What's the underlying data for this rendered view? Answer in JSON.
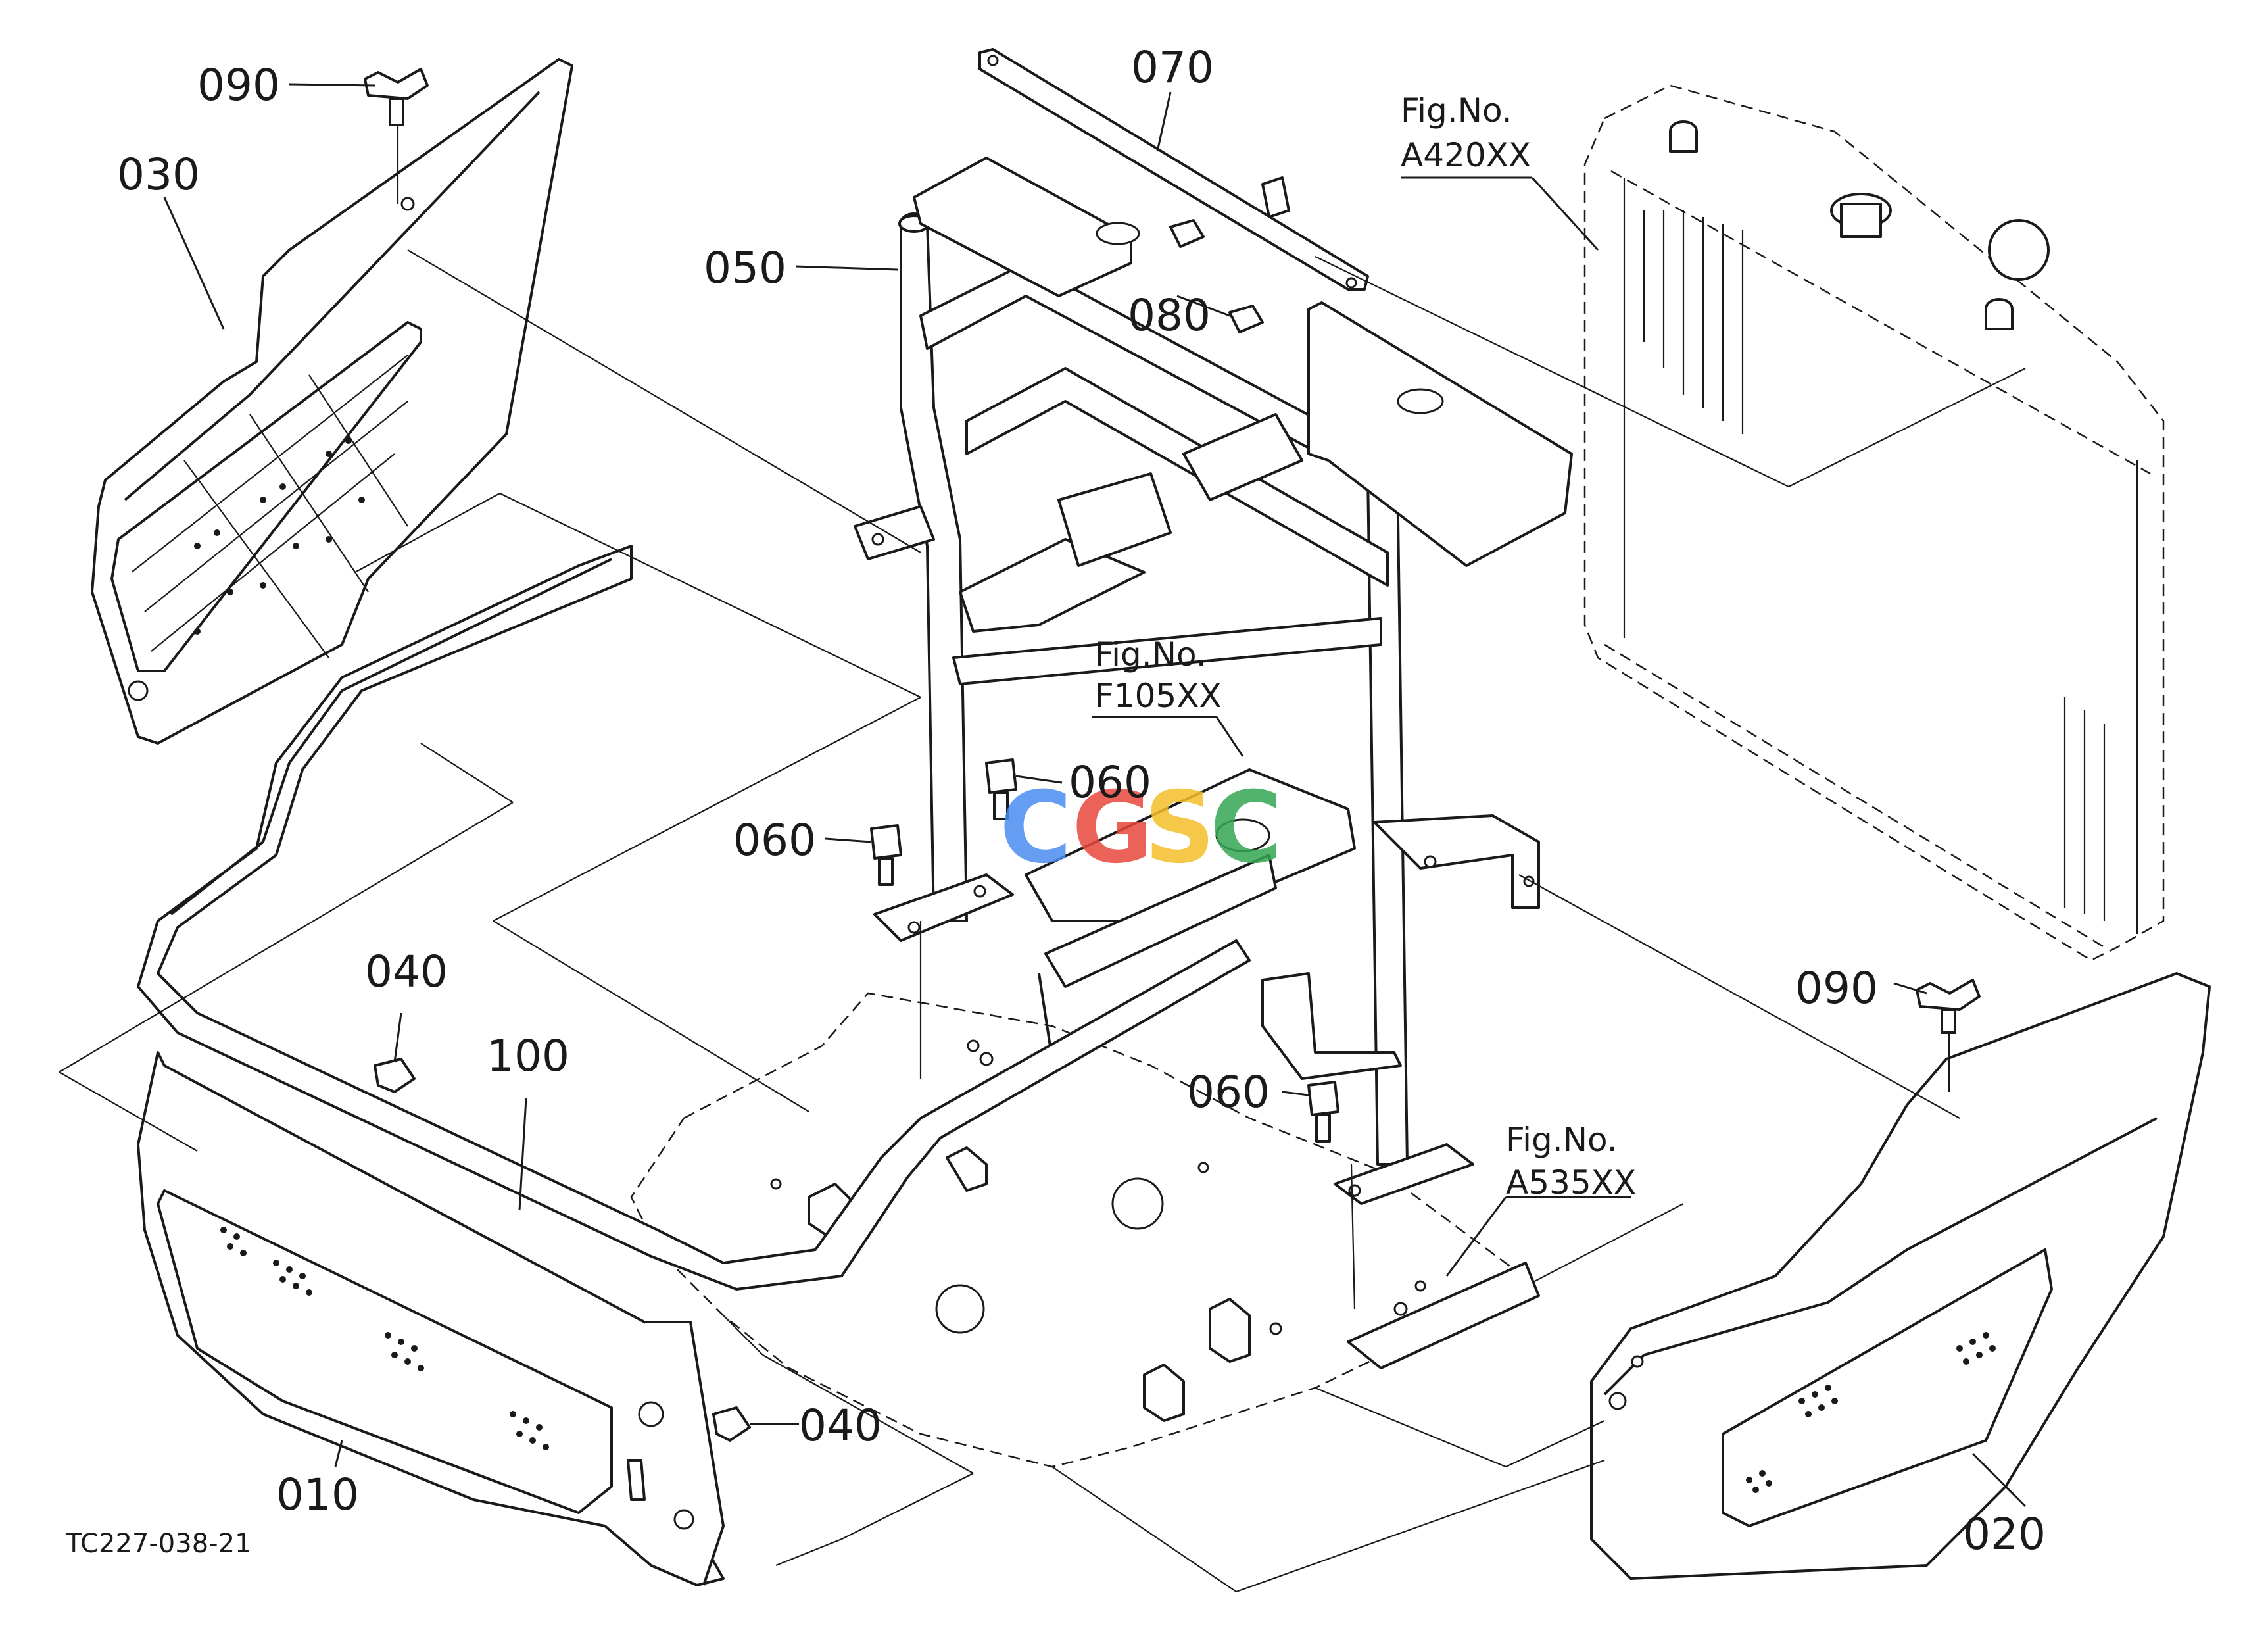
{
  "diagram_code": "TC227-038-21",
  "watermark": {
    "text": "CGSC",
    "letters": [
      "C",
      "G",
      "S",
      "C"
    ],
    "colors": [
      "#4a8df0",
      "#e8473c",
      "#f4bf2a",
      "#35a853"
    ]
  },
  "callouts": [
    {
      "id": "c090a",
      "text": "090"
    },
    {
      "id": "c030",
      "text": "030"
    },
    {
      "id": "c070",
      "text": "070"
    },
    {
      "id": "c050",
      "text": "050"
    },
    {
      "id": "c080",
      "text": "080"
    },
    {
      "id": "c060a",
      "text": "060"
    },
    {
      "id": "c060b",
      "text": "060"
    },
    {
      "id": "c060c",
      "text": "060"
    },
    {
      "id": "c040a",
      "text": "040"
    },
    {
      "id": "c100",
      "text": "100"
    },
    {
      "id": "c040b",
      "text": "040"
    },
    {
      "id": "c010",
      "text": "010"
    },
    {
      "id": "c090b",
      "text": "090"
    },
    {
      "id": "c020",
      "text": "020"
    }
  ],
  "figure_refs": [
    {
      "id": "fA420",
      "line1": "Fig.No.",
      "line2": "A420XX"
    },
    {
      "id": "fF105",
      "line1": "Fig.No.",
      "line2": "F105XX"
    },
    {
      "id": "fA535",
      "line1": "Fig.No.",
      "line2": "A535XX"
    }
  ]
}
